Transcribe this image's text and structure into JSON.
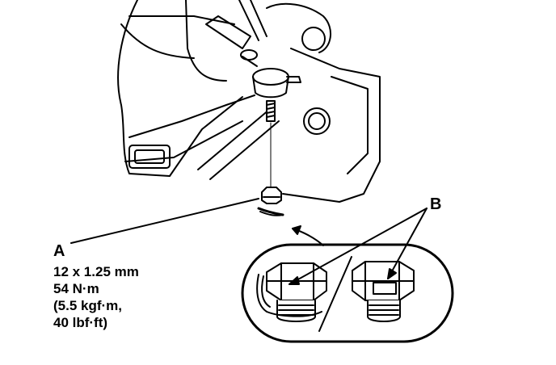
{
  "callouts": {
    "a": {
      "letter": "A",
      "spec_lines": [
        "12 x 1.25 mm",
        "54 N·m",
        "(5.5 kgf·m,",
        "40 lbf·ft)"
      ]
    },
    "b": {
      "letter": "B"
    }
  },
  "colors": {
    "ink": "#000000",
    "paper": "#ffffff"
  }
}
